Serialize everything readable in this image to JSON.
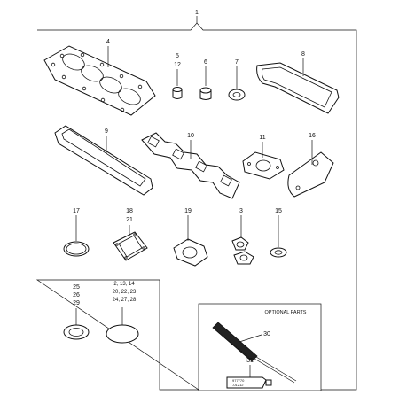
{
  "diagram": {
    "top_label": "1",
    "optional_title": "OPTIONAL PARTS",
    "callouts": {
      "p4": "4",
      "p5": "5",
      "p12": "12",
      "p6": "6",
      "p7": "7",
      "p8": "8",
      "p9": "9",
      "p10": "10",
      "p11": "11",
      "p16": "16",
      "p17": "17",
      "p18": "18",
      "p21": "21",
      "p19": "19",
      "p3": "3",
      "p15": "15",
      "g1": "2, 13, 14",
      "g2": "20, 22, 23",
      "g3": "24, 27, 28",
      "p25": "25",
      "p26": "26",
      "p29": "29",
      "p30": "30",
      "p31": "31"
    },
    "tube_text": [
      "977770",
      "-01212"
    ]
  }
}
